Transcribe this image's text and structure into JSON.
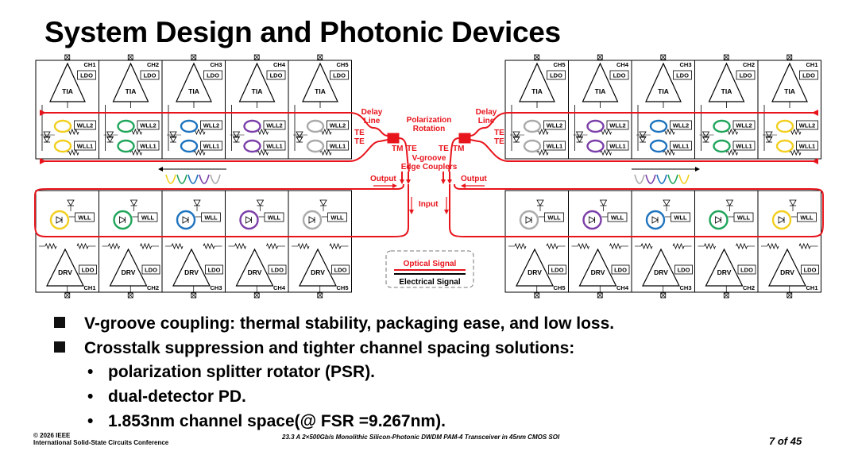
{
  "title": "System Design and Photonic Devices",
  "colors": {
    "optical": "#e8141c",
    "ring_ch1": "#f2cf1f",
    "ring_ch2": "#1fa55a",
    "ring_ch3": "#1e73be",
    "ring_ch4": "#7b3fa8",
    "ring_ch5": "#aaaaaa"
  },
  "diagram": {
    "channels_left": [
      "CH1",
      "CH2",
      "CH3",
      "CH4",
      "CH5"
    ],
    "channels_right": [
      "CH5",
      "CH4",
      "CH3",
      "CH2",
      "CH1"
    ],
    "tia": "TIA",
    "ldo": "LDO",
    "drv": "DRV",
    "wll": "WLL",
    "wll1": "WLL1",
    "wll2": "WLL2",
    "delay_line_1": "Delay",
    "delay_line_2": "Line",
    "pol_rot_1": "Polarization",
    "pol_rot_2": "Rotation",
    "te": "TE",
    "tm": "TM",
    "vgroove_1": "V-groove",
    "vgroove_2": "Edge Couplers",
    "output": "Output",
    "input": "Input",
    "legend_optical": "Optical Signal",
    "legend_electrical": "Electrical Signal"
  },
  "bullets": [
    "V-groove coupling:  thermal stability, packaging ease, and low loss.",
    "Crosstalk suppression and tighter channel spacing solutions:"
  ],
  "sub_bullets": [
    "polarization splitter rotator (PSR).",
    "dual-detector PD.",
    "1.853nm channel space(@ FSR =9.267nm)."
  ],
  "footer": {
    "copyright": "© 2026 IEEE",
    "conference": "International Solid-State Circuits Conference",
    "paper": "23.3 A 2×500Gb/s Monolithic Silicon-Photonic DWDM PAM-4 Transceiver in 45nm CMOS SOI",
    "page": "7 of 45"
  }
}
